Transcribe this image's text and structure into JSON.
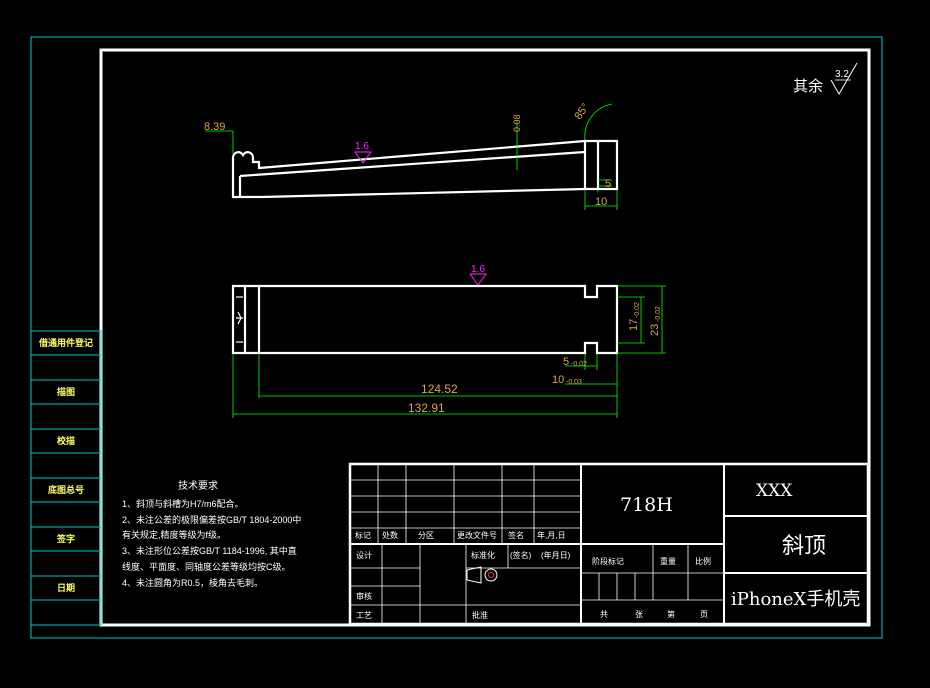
{
  "drawing": {
    "surface_note": {
      "label": "其余",
      "roughness": "3.2"
    },
    "top_view": {
      "dim_top_left": "8.39",
      "roughness_mark": "1.6",
      "angle": "85°",
      "small_vertical_dim": "0.08",
      "dim_step": "5",
      "dim_end": "10"
    },
    "front_view": {
      "roughness_mark": "1.6",
      "dim_inner_height": "17",
      "dim_inner_tol": "-0.02",
      "dim_outer_height": "23",
      "dim_outer_tol": "-0.02",
      "dim_slot": "5",
      "dim_slot_tol": "-0.02",
      "dim_slot2": "10",
      "dim_slot2_tol": "-0.03",
      "dim_length_inner": "124.52",
      "dim_length_total": "132.91"
    },
    "tech_requirements": {
      "title": "技术要求",
      "items": [
        "1、斜顶与斜槽为H7/m6配合。",
        "2、未注公差的极限偏差按GB/T 1804-2000中",
        "    有关规定,精度等级为f级。",
        "3、未注形位公差按GB/T 1184-1996, 其中直",
        "    线度、平面度、同轴度公差等级均按C级。",
        "4、未注圆角为R0.5，棱角去毛刺。"
      ]
    },
    "side_panel": {
      "cells": [
        "借通用件登记",
        "描图",
        "校描",
        "底图总号",
        "签字",
        "日期"
      ]
    },
    "title_block": {
      "part_number": "718H",
      "company": "XXX",
      "part_name": "斜顶",
      "product": "iPhoneX手机壳",
      "revision_header": [
        "标记",
        "处数",
        "分区",
        "更改文件号",
        "签名",
        "年,月,日"
      ],
      "design_label": "设计",
      "standardize_label": "标准化",
      "signature_label": "(签名)",
      "date_label": "(年月日)",
      "review_label": "审核",
      "process_label": "工艺",
      "approve_label": "批准",
      "stage_header": [
        "阶段标记",
        "重量",
        "比例"
      ],
      "sheet_footer": [
        "共",
        "张",
        "第",
        "页"
      ]
    },
    "colors": {
      "frame_white": "#ffffff",
      "cyan_border": "#00c8c8",
      "dimension_green": "#00ff00",
      "dimension_orange": "#d9a640",
      "roughness_magenta": "#ff20ff",
      "text_yellow": "#ffff66"
    }
  }
}
